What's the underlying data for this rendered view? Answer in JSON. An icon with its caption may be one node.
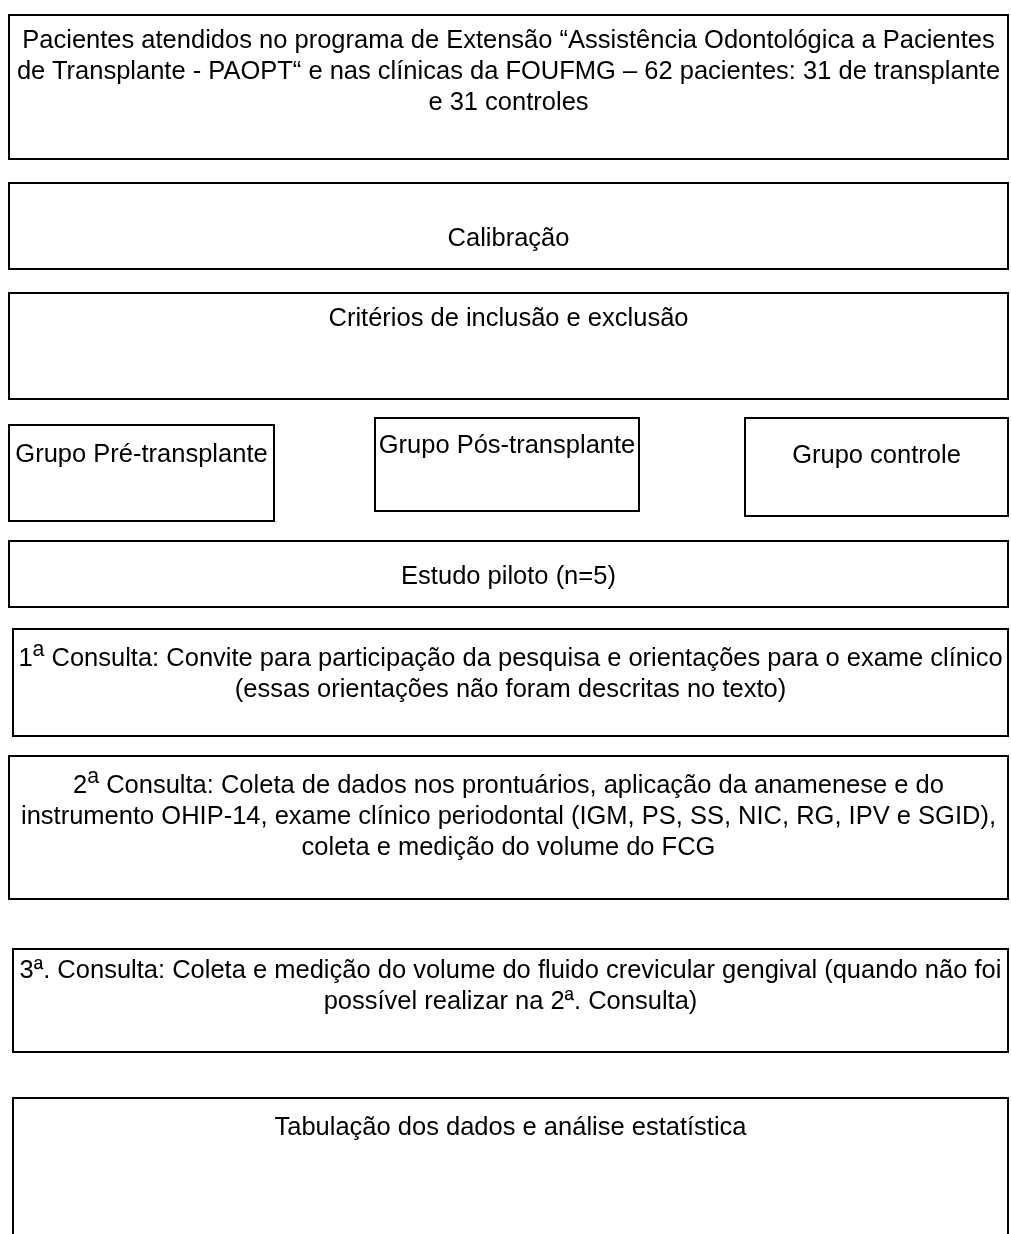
{
  "diagram": {
    "nodes": [
      {
        "text": [
          "Pacientes atendidos no programa de Extensão “Assistência Odontológica a Pacientes de Transplante - PAOPT“ e nas clínicas da FOUFMG – 62 pacientes: 31 de transplante e 31 controles"
        ]
      },
      {
        "text": [
          "Calibração"
        ]
      },
      {
        "text": [
          "Critérios de inclusão e exclusão"
        ]
      },
      {
        "text": [
          "Grupo Pré-transplante"
        ]
      },
      {
        "text": [
          "Grupo Pós-transplante"
        ]
      },
      {
        "text": [
          "Grupo controle"
        ]
      },
      {
        "text": [
          "Estudo piloto (n=5)"
        ]
      },
      {
        "text": [
          "1$^{a}$ Consulta: Convite para participação da pesquisa e orientações para o exame clínico (essas orientações não foram descritas no texto)"
        ]
      },
      {
        "text": [
          "2$^{a}$ Consulta: Coleta de dados nos prontuários, aplicação da anamenese e do instrumento OHIP-14, exame clínico periodontal (IGM, PS, SS, NIC, RG, IPV e SGID), coleta e medição do volume do FCG"
        ]
      },
      {
        "text": [
          "3ª. Consulta: Coleta e medição do volume do fluido crevicular gengival (quando não foi possível realizar na 2ª. Consulta)"
        ]
      },
      {
        "text": [
          "Tabulação dos dados e análise estatística"
        ]
      }
    ],
    "edges": []
  }
}
